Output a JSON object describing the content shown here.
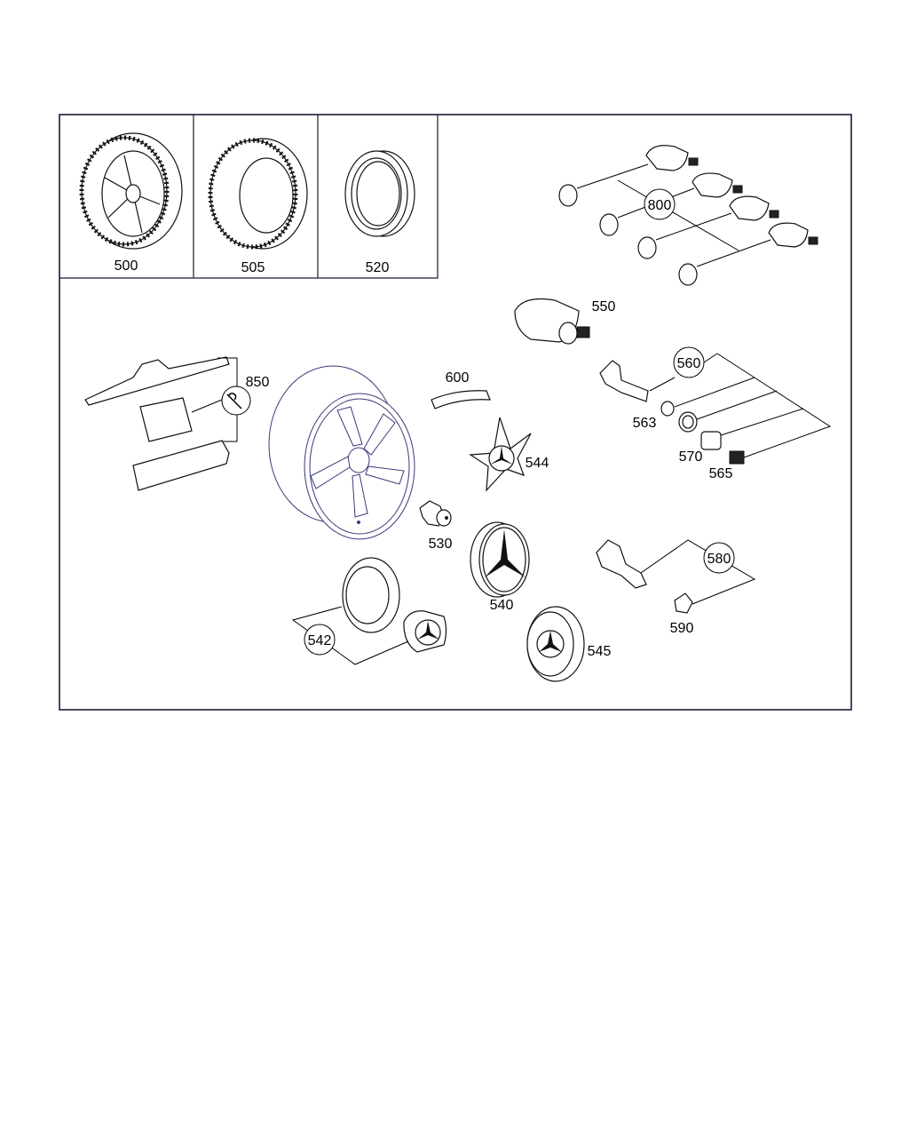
{
  "parts": {
    "p500": "500",
    "p505": "505",
    "p520": "520",
    "p800": "800",
    "p550": "550",
    "p850": "850",
    "p600": "600",
    "p560": "560",
    "p563": "563",
    "p570": "570",
    "p565": "565",
    "p544": "544",
    "p530": "530",
    "p540": "540",
    "p580": "580",
    "p590": "590",
    "p542": "542",
    "p545": "545"
  },
  "colors": {
    "frame": "#1a1a3a",
    "wheel_outline": "#3a3a7a",
    "line": "#000000"
  }
}
